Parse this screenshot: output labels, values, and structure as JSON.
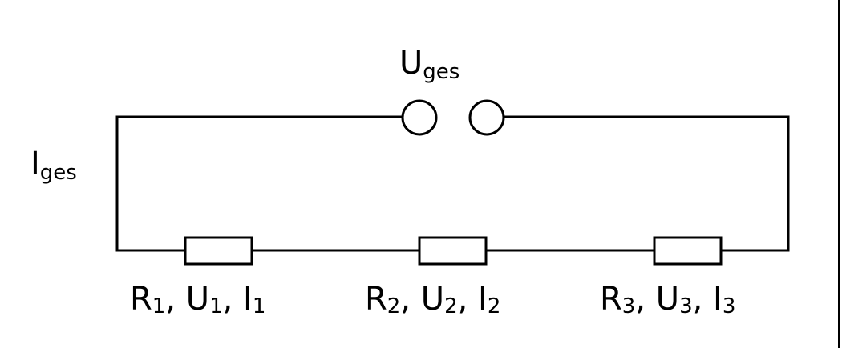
{
  "supply": {
    "label_main": "U",
    "label_sub": "ges"
  },
  "current_total": {
    "label_main": "I",
    "label_sub": "ges"
  },
  "resistors": [
    {
      "r_main": "R",
      "r_sub": "1",
      "sep1": ", ",
      "u_main": "U",
      "u_sub": "1",
      "sep2": ", ",
      "i_main": "I",
      "i_sub": "1"
    },
    {
      "r_main": "R",
      "r_sub": "2",
      "sep1": ", ",
      "u_main": "U",
      "u_sub": "2",
      "sep2": ", ",
      "i_main": "I",
      "i_sub": "2"
    },
    {
      "r_main": "R",
      "r_sub": "3",
      "sep1": ", ",
      "u_main": "U",
      "u_sub": "3",
      "sep2": ", ",
      "i_main": "I",
      "i_sub": "3"
    }
  ]
}
